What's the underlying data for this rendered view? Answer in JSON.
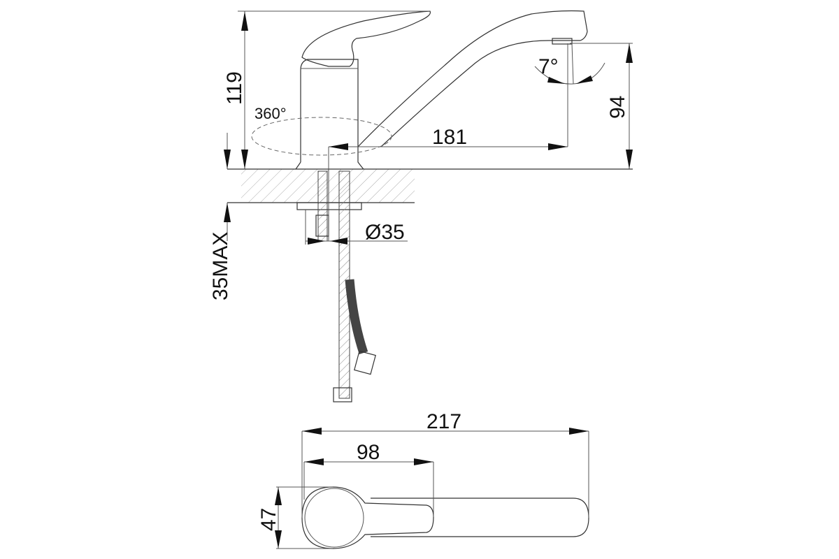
{
  "side_view": {
    "height_total": "119",
    "spout_height": "94",
    "spout_reach": "181",
    "rotation": "360°",
    "aerator_angle": "7°",
    "diameter": "Ø35",
    "countertop_max": "35MAX"
  },
  "top_view": {
    "total_length": "217",
    "handle_length": "98",
    "handle_width": "47"
  }
}
